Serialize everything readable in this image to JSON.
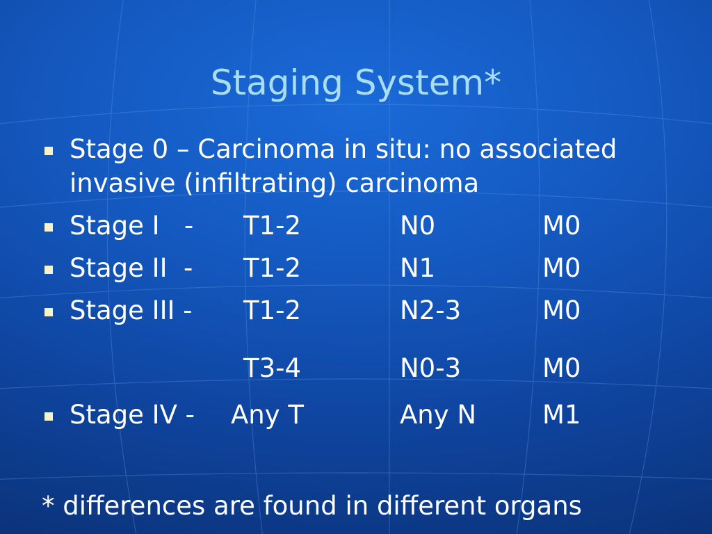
{
  "slide": {
    "title": "Staging System*",
    "intro_bullet": "Stage 0 – Carcinoma in situ: no associated invasive (infiltrating) carcinoma",
    "stages": [
      {
        "stage": "Stage I   -",
        "t": "T1-2",
        "n": "N0",
        "m": "M0"
      },
      {
        "stage": "Stage II  -",
        "t": "T1-2",
        "n": "N1",
        "m": "M0"
      },
      {
        "stage": "Stage III -",
        "t": "T1-2",
        "n": "N2-3",
        "m": "M0"
      }
    ],
    "continuation": {
      "t": "T3-4",
      "n": "N0-3",
      "m": "M0"
    },
    "stage_iv": {
      "stage": "Stage IV -",
      "t": "Any T",
      "n": "Any N",
      "m": "M1"
    },
    "footnote": "* differences are found in different organs"
  },
  "colors": {
    "title": "#a9ddf2",
    "text": "#ffffff",
    "bullet": "#f6f3c8",
    "background": "#1458bf"
  }
}
